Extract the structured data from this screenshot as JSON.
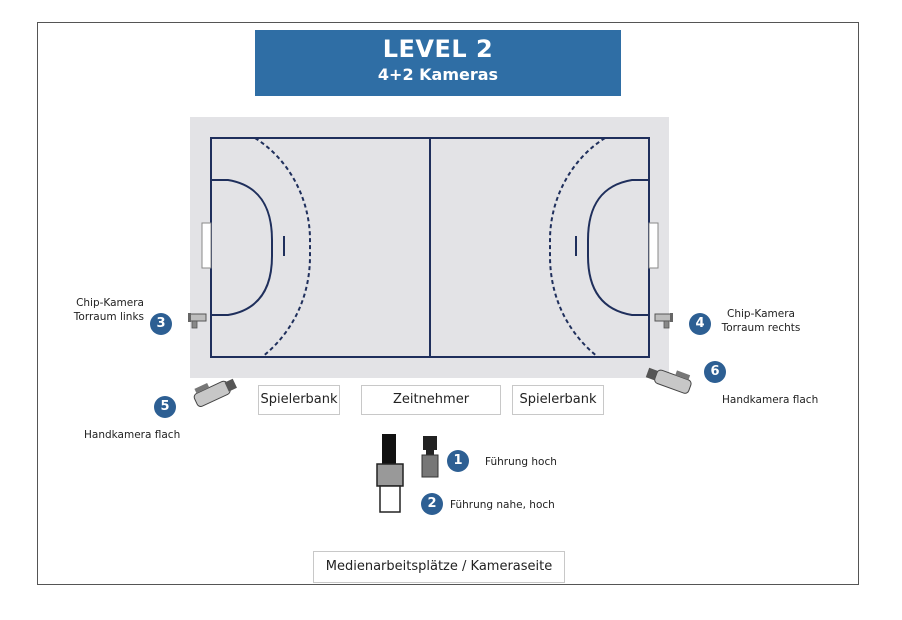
{
  "title": {
    "level": "LEVEL 2",
    "subtitle": "4+2 Kameras"
  },
  "boxes": {
    "bench_left": "Spielerbank",
    "timekeeper": "Zeitnehmer",
    "bench_right": "Spielerbank",
    "media": "Medienarbeitsplätze / Kameraseite"
  },
  "cameras": [
    {
      "number": "1",
      "label": "Führung hoch"
    },
    {
      "number": "2",
      "label": "Führung nahe, hoch"
    },
    {
      "number": "3",
      "label_line1": "Chip-Kamera",
      "label_line2": "Torraum links"
    },
    {
      "number": "4",
      "label_line1": "Chip-Kamera",
      "label_line2": "Torraum rechts"
    },
    {
      "number": "5",
      "label": "Handkamera flach"
    },
    {
      "number": "6",
      "label": "Handkamera flach"
    }
  ],
  "colors": {
    "banner": "#2f6ea5",
    "badge": "#2d5f93",
    "court_lines": "#1f2f5c",
    "court_surround": "#e3e3e6"
  }
}
